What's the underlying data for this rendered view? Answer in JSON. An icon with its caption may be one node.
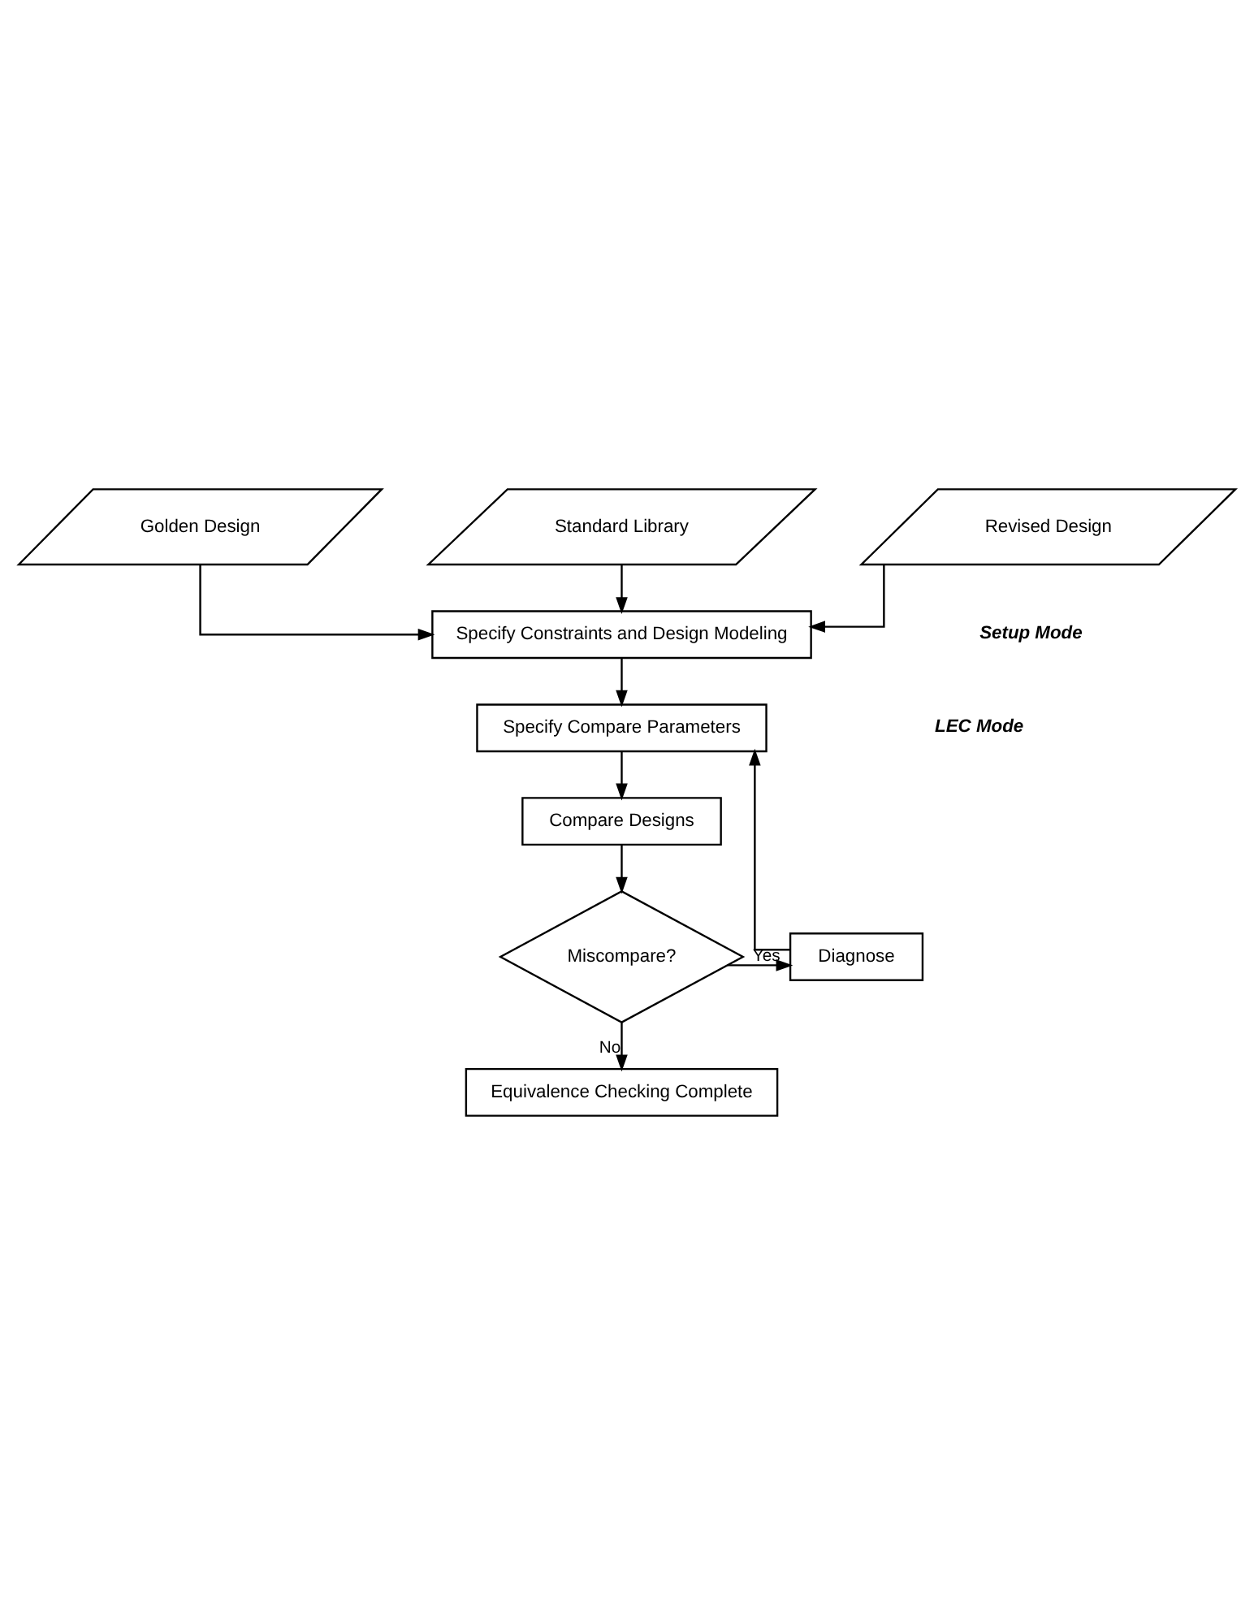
{
  "diagram": {
    "nodes": [
      {
        "text": [
          "Golden Design"
        ]
      },
      {
        "text": [
          "Standard Library"
        ]
      },
      {
        "text": [
          "Revised Design"
        ]
      },
      {
        "text": [
          "Specify Constraints and Design Modeling"
        ]
      },
      {
        "text": [
          "Specify Compare Parameters"
        ]
      },
      {
        "text": [
          "Compare Designs"
        ]
      },
      {
        "text": [
          "Miscompare?"
        ]
      },
      {
        "text": [
          "Diagnose"
        ]
      },
      {
        "text": [
          "Equivalence Checking Complete"
        ]
      }
    ],
    "edges": [
      {
        "from": 0,
        "to": 3,
        "arrow": "to"
      },
      {
        "from": 1,
        "to": 3,
        "arrow": "to"
      },
      {
        "from": 2,
        "to": 3,
        "arrow": "to"
      },
      {
        "from": 3,
        "to": 4,
        "arrow": "to"
      },
      {
        "from": 4,
        "to": 5,
        "arrow": "to"
      },
      {
        "from": 5,
        "to": 6,
        "arrow": "to"
      },
      {
        "from": 6,
        "to": 7,
        "arrow": "to",
        "label": "Yes"
      },
      {
        "from": 7,
        "to": 4,
        "arrow": "to"
      },
      {
        "from": 6,
        "to": 8,
        "arrow": "to",
        "label": "No"
      }
    ],
    "labels": [
      "Setup Mode",
      "LEC Mode"
    ]
  }
}
